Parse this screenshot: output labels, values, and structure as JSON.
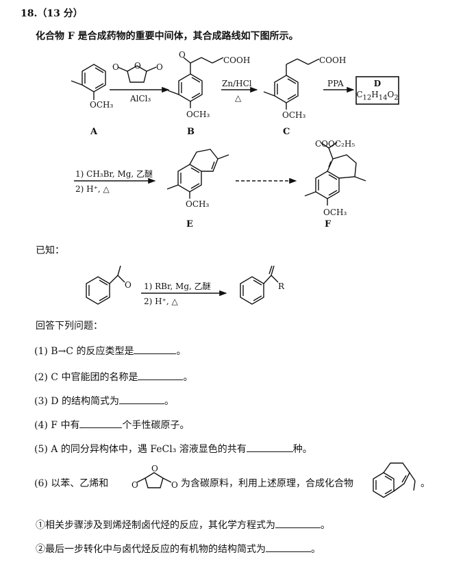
{
  "question": {
    "header": "18.（13 分）",
    "intro": "化合物 F 是合成药物的重要中间体，其合成路线如下图所示。"
  },
  "scheme": {
    "labels": {
      "A": "A",
      "B": "B",
      "C": "C",
      "E": "E",
      "F": "F"
    },
    "d_box": {
      "name": "D",
      "formula_html": "C<sub>12</sub>H<sub>14</sub>O<sub>2</sub>"
    },
    "arrow1_reagent": "AlCl₃",
    "arrow2_top": "Zn/HCl",
    "arrow2_bottom": "△",
    "arrow3_reagent": "PPA",
    "arrow4_top": "1) CH₃Br, Mg, 乙醚",
    "arrow4_bottom": "2) H⁺, △",
    "groups": {
      "och3": "OCH₃",
      "cooh": "COOH",
      "o": "O",
      "cooc2h5": "COOC₂H₅"
    }
  },
  "known": {
    "label": "已知：",
    "arrow_top": "1) RBr, Mg, 乙醚",
    "arrow_bottom": "2) H⁺, △",
    "o": "O",
    "r": "R"
  },
  "answer_intro": "回答下列问题：",
  "questions": [
    {
      "pre": "(1) B→C 的反应类型是",
      "post": "。"
    },
    {
      "pre": "(2) C 中官能团的名称是",
      "post": "。"
    },
    {
      "pre": "(3) D 的结构简式为",
      "post": "。"
    },
    {
      "pre": "(4) F 中有",
      "post": "个手性碳原子。"
    },
    {
      "pre": "(5) A 的同分异构体中，遇 FeCl₃ 溶液显色的共有",
      "post": "种。"
    }
  ],
  "q6": {
    "pre": "(6) 以苯、乙烯和",
    "mid": "为含碳原料，利用上述原理，合成化合物",
    "post": "。",
    "o": "O",
    "sub1": {
      "pre": "①相关步骤涉及到烯烃制卤代烃的反应，其化学方程式为",
      "post": "。"
    },
    "sub2": {
      "pre": "②最后一步转化中与卤代烃反应的有机物的结构简式为",
      "post": "。"
    }
  }
}
